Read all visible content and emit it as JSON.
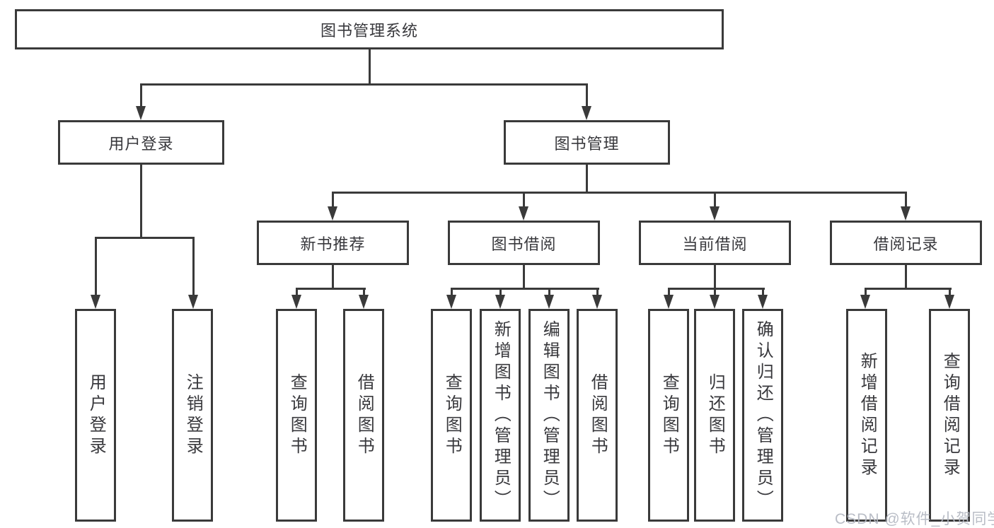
{
  "diagram": {
    "title": "图书管理系统",
    "level2": {
      "user_login": "用户登录",
      "book_mgmt": "图书管理"
    },
    "level3": {
      "new_books": "新书推荐",
      "book_borrow": "图书借阅",
      "current_borrow": "当前借阅",
      "borrow_records": "借阅记录"
    },
    "leaves": {
      "login": "用户登录",
      "logout": "注销登录",
      "nb_query": "查询图书",
      "nb_borrow": "借阅图书",
      "bb_query": "查询图书",
      "bb_add": "新增图书（管理员）",
      "bb_edit": "编辑图书（管理员）",
      "bb_borrow": "借阅图书",
      "cb_query": "查询图书",
      "cb_return": "归还图书",
      "cb_confirm": "确认归还（管理员）",
      "rec_add": "新增借阅记录",
      "rec_query": "查询借阅记录"
    },
    "watermark": "CSDN @软件_小贺同学"
  },
  "colors": {
    "line": "#3a3a3a",
    "text": "#38383c",
    "watermark": "#b4b8c2"
  }
}
